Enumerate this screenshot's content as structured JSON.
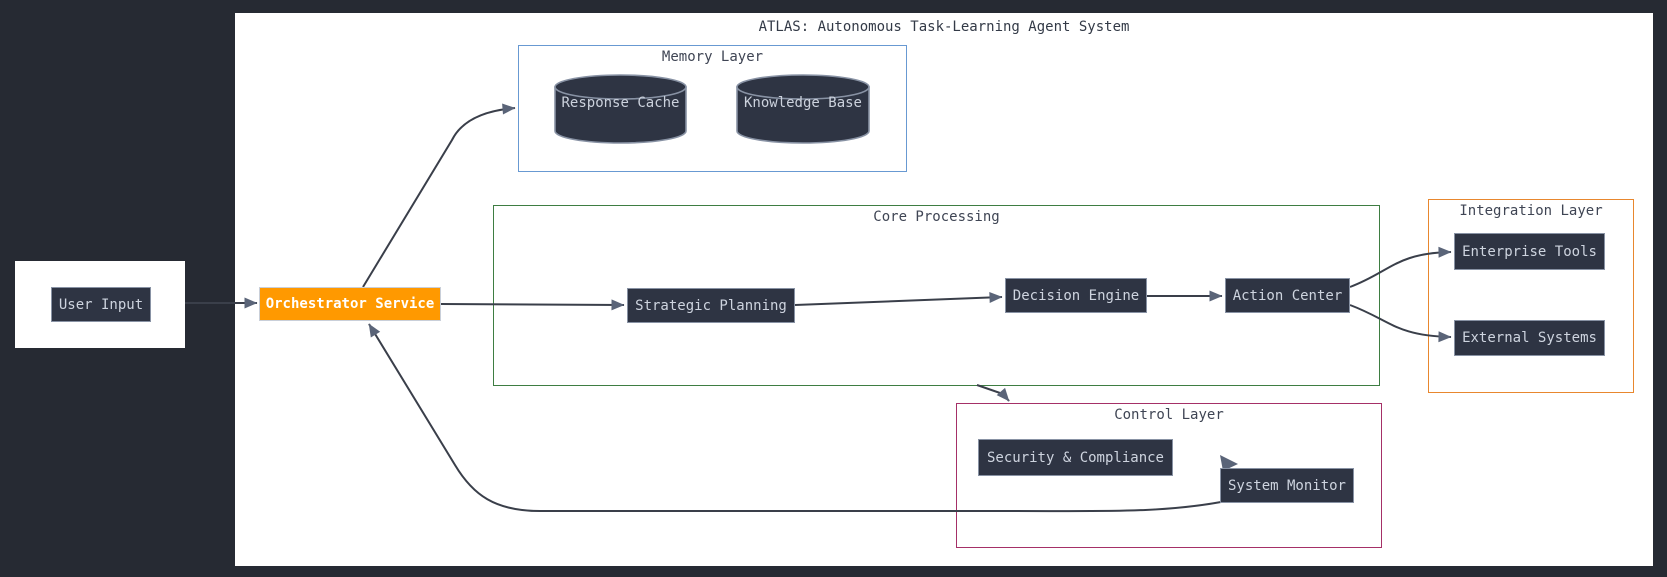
{
  "diagram": {
    "title": "ATLAS: Autonomous Task-Learning Agent System",
    "groups": {
      "memory_layer": {
        "label": "Memory Layer",
        "border_color": "#6899d2"
      },
      "core_processing": {
        "label": "Core Processing",
        "border_color": "#3e7d42"
      },
      "integration_layer": {
        "label": "Integration Layer",
        "border_color": "#e8872e"
      },
      "control_layer": {
        "label": "Control Layer",
        "border_color": "#a53067"
      }
    },
    "nodes": {
      "user_input": {
        "label": "User Input",
        "shape": "rectangle"
      },
      "orchestrator_service": {
        "label": "Orchestrator Service",
        "shape": "rectangle",
        "fill": "#ff9900"
      },
      "response_cache": {
        "label": "Response Cache",
        "shape": "cylinder"
      },
      "knowledge_base": {
        "label": "Knowledge Base",
        "shape": "cylinder"
      },
      "strategic_planning": {
        "label": "Strategic Planning",
        "shape": "rectangle"
      },
      "decision_engine": {
        "label": "Decision Engine",
        "shape": "rectangle"
      },
      "action_center": {
        "label": "Action Center",
        "shape": "rectangle"
      },
      "enterprise_tools": {
        "label": "Enterprise Tools",
        "shape": "rectangle"
      },
      "external_systems": {
        "label": "External Systems",
        "shape": "rectangle"
      },
      "security_compliance": {
        "label": "Security & Compliance",
        "shape": "rectangle"
      },
      "system_monitor": {
        "label": "System Monitor",
        "shape": "rectangle"
      }
    },
    "edges": [
      {
        "from": "User Input",
        "to": "Orchestrator Service"
      },
      {
        "from": "Orchestrator Service",
        "to": "Memory Layer"
      },
      {
        "from": "Orchestrator Service",
        "to": "Strategic Planning"
      },
      {
        "from": "Strategic Planning",
        "to": "Decision Engine"
      },
      {
        "from": "Decision Engine",
        "to": "Action Center"
      },
      {
        "from": "Action Center",
        "to": "Enterprise Tools"
      },
      {
        "from": "Action Center",
        "to": "External Systems"
      },
      {
        "from": "Core Processing",
        "to": "Control Layer"
      },
      {
        "from": "Security & Compliance",
        "to": "System Monitor"
      },
      {
        "from": "System Monitor",
        "to": "Orchestrator Service"
      }
    ],
    "colors": {
      "background": "#262a33",
      "panel": "#ffffff",
      "node_fill": "#2e3443",
      "node_border": "#8892a4",
      "node_text": "#ced4df",
      "highlight_fill": "#ff9900",
      "highlight_text": "#ffffff",
      "edge_line": "#3a3f4a",
      "arrowhead": "#5a6478",
      "title_text": "#333a47"
    }
  }
}
